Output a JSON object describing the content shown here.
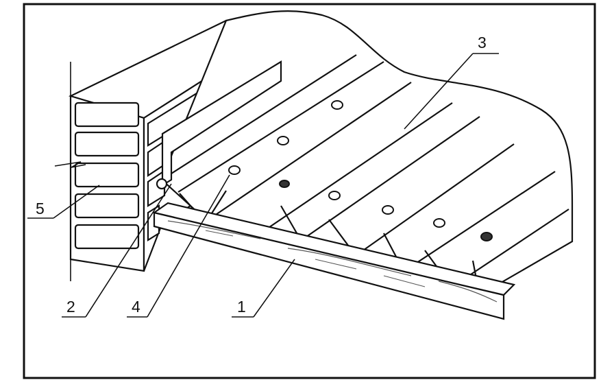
{
  "figure": {
    "callouts": [
      {
        "id": "1",
        "label": "1"
      },
      {
        "id": "2",
        "label": "2"
      },
      {
        "id": "3",
        "label": "3"
      },
      {
        "id": "4",
        "label": "4"
      },
      {
        "id": "5",
        "label": "5"
      }
    ]
  },
  "colors": {
    "ink": "#111111",
    "paper": "#ffffff",
    "wood_hatch": "#555555"
  }
}
